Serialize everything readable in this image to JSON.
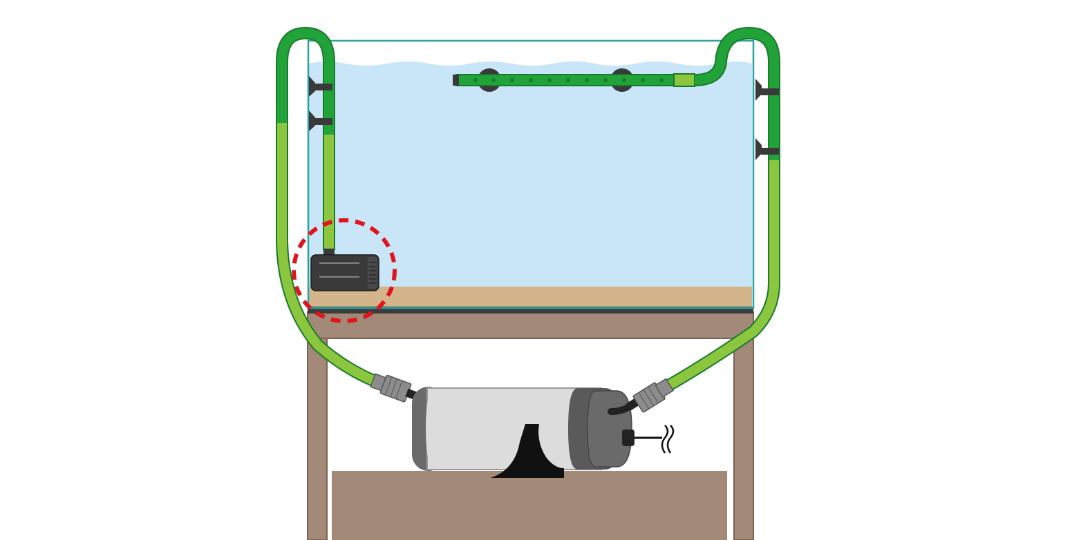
{
  "diagram": {
    "subject": "aquarium-canister-filter-setup",
    "colors": {
      "background": "#ffffff",
      "water": "#c8e6f8",
      "tank_outline": "#2aa3a3",
      "gravel": "#d4b48a",
      "tank_base": "#3c3c3c",
      "stand": "#a38977",
      "stand_outline": "#7a6353",
      "hose_dark": "#22a33a",
      "hose_light": "#8cc63f",
      "hose_outline": "#187a2c",
      "pump_body": "#3a3a3a",
      "canister_body": "#dcdcdc",
      "canister_cap": "#6a6a6a",
      "connector": "#8c8c8c",
      "highlight_circle": "#e0141e",
      "suction_cup": "#3a3a3a"
    },
    "components": [
      "tank",
      "water",
      "gravel",
      "stand",
      "intake-hose",
      "outlet-hose",
      "spray-bar",
      "suction-cups",
      "prefilter-pump",
      "canister-filter",
      "power-cord",
      "highlight-ring"
    ]
  }
}
